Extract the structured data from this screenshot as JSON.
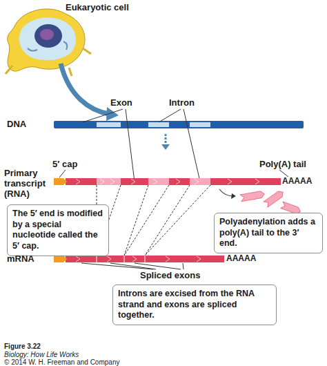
{
  "diagram": {
    "caption": "Figure 3.22",
    "nodes": [
      {
        "text": [
          "The 5′ end is modified by a special nucleotide called the 5′ cap."
        ]
      },
      {
        "text": [
          "Polyadenylation adds a poly(A) tail to the 3′ end."
        ]
      },
      {
        "text": [
          "Introns are excised from the RNA strand and exons are spliced together."
        ]
      }
    ],
    "labels": [
      "Eukaryotic cell",
      "Exon",
      "Intron",
      "DNA",
      "5′ cap",
      "Poly(A) tail",
      "Primary transcript (RNA)",
      "AAAAA",
      "mRNA",
      "AAAAA",
      "Spliced exons",
      "Biology: How Life Works",
      "© 2014 W. H. Freeman and Company"
    ]
  }
}
